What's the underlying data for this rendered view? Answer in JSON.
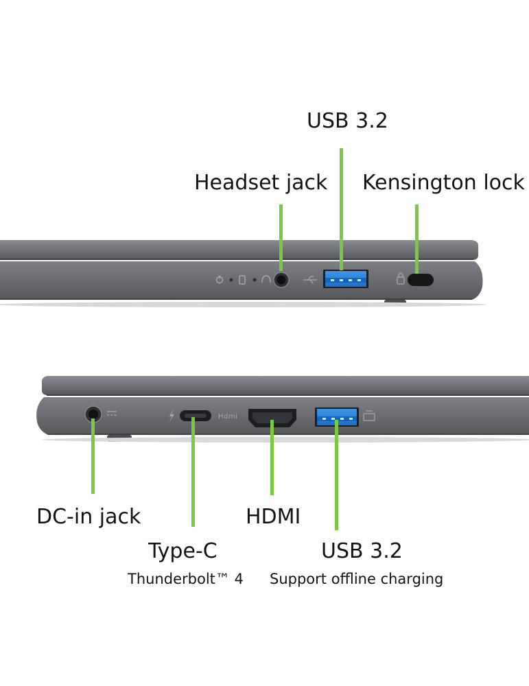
{
  "accent_color": "#7ac943",
  "body_color": "#6b6d72",
  "top_view": {
    "labels": {
      "usb": "USB 3.2",
      "headset": "Headset jack",
      "kensington": "Kensington lock"
    },
    "icons": [
      "power-led-icon",
      "battery-led-icon",
      "headset-icon",
      "usb-symbol-icon",
      "lock-icon"
    ]
  },
  "bottom_view": {
    "labels": {
      "dc_in": "DC-in jack",
      "type_c": "Type-C",
      "type_c_sub": "Thunderbolt™ 4",
      "hdmi": "HDMI",
      "usb": "USB 3.2",
      "usb_sub": "Support offline charging"
    },
    "icons": [
      "dc-symbol-icon",
      "thunderbolt-icon",
      "hdmi-logo-icon",
      "usb-charge-icon"
    ],
    "hdmi_logo_text": "Hdmi"
  }
}
